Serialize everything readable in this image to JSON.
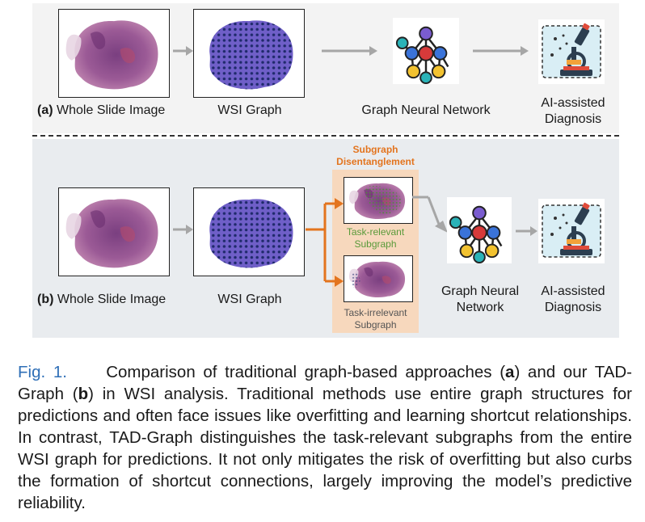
{
  "panel_a": {
    "tag": "(a)",
    "wsi_label": "Whole Slide Image",
    "graph_label": "WSI Graph",
    "gnn_label": "Graph Neural Network",
    "diag_label_1": "AI-assisted",
    "diag_label_2": "Diagnosis"
  },
  "panel_b": {
    "tag": "(b)",
    "wsi_label": "Whole Slide Image",
    "graph_label": "WSI Graph",
    "subgraph_title_1": "Subgraph",
    "subgraph_title_2": "Disentanglement",
    "relevant_1": "Task-relevant",
    "relevant_2": "Subgraph",
    "irrelevant_1": "Task-irrelevant",
    "irrelevant_2": "Subgraph",
    "gnn_label_1": "Graph Neural",
    "gnn_label_2": "Network",
    "diag_label_1": "AI-assisted",
    "diag_label_2": "Diagnosis"
  },
  "caption": {
    "fig_label": "Fig. 1.",
    "text_1": "Comparison of traditional graph-based approaches (",
    "a": "a",
    "text_2": ") and our TAD-Graph (",
    "b": "b",
    "text_3": ") in WSI analysis. Traditional methods use entire graph structures for predictions and often face issues like overfitting and learning shortcut relationships. In contrast, TAD-Graph distinguishes the task-relevant subgraphs from the entire WSI graph for predictions. It not only mitigates the risk of overfitting but also curbs the formation of shortcut connections, largely improving the model’s predictive reliability."
  },
  "colors": {
    "arrow_gray": "#a6a6a6",
    "arrow_orange": "#e3741e",
    "tissue_purple": "#8b4f8f",
    "tissue_pink": "#c77aa6",
    "node_dark": "#1f2a6b",
    "relevant_green": "#5a9a3a",
    "caption_blue": "#2f6fb7"
  }
}
